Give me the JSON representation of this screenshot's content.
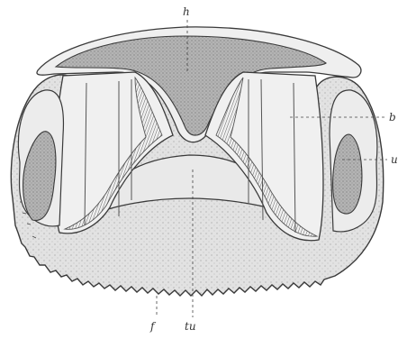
{
  "labels": {
    "h": "h",
    "b": "b",
    "u": "u",
    "f": "f",
    "tu": "tu"
  },
  "colors": {
    "outline": "#3a3a3a",
    "light_fill": "#ececec",
    "stipple_fill": "#d6d6d6",
    "dark_fill": "#a9a9a9",
    "hatch": "#555555"
  }
}
